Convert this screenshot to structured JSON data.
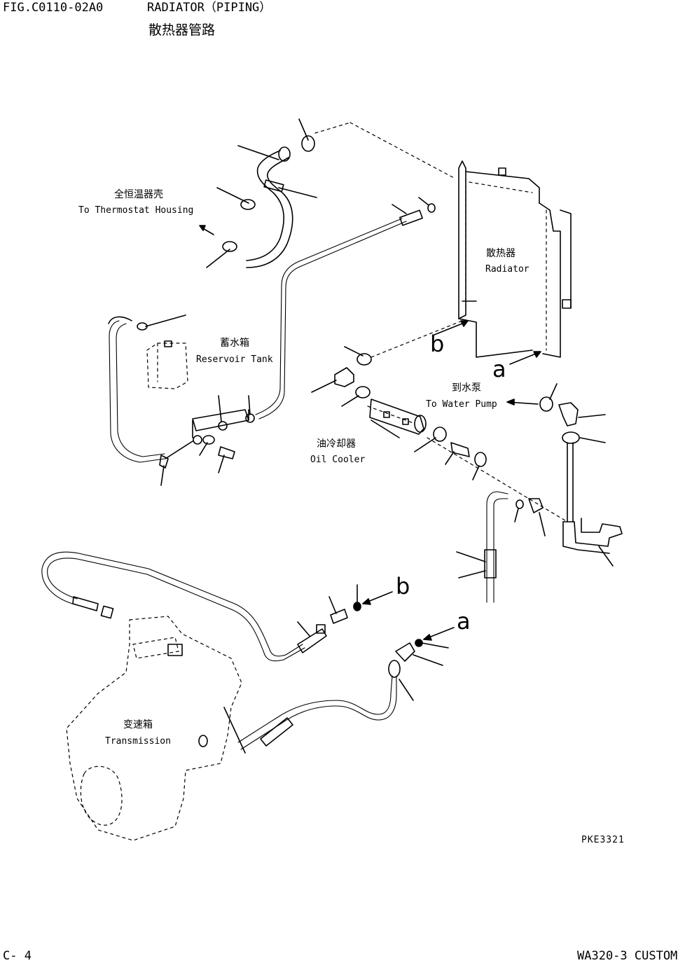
{
  "header": {
    "fig_code": "FIG.C0110-02A0",
    "title_en": "RADIATOR（PIPING）",
    "title_cn": "散热器管路"
  },
  "labels": {
    "thermostat_cn": "全恒温器壳",
    "thermostat_en": "To Thermostat Housing",
    "radiator_cn": "散热器",
    "radiator_en": "Radiator",
    "reservoir_cn": "蓄水箱",
    "reservoir_en": "Reservoir Tank",
    "water_pump_cn": "到水泵",
    "water_pump_en": "To Water Pump",
    "oil_cooler_cn": "油冷却器",
    "oil_cooler_en": "Oil Cooler",
    "transmission_cn": "变速箱",
    "transmission_en": "Transmission"
  },
  "markers": {
    "a": "a",
    "b": "b"
  },
  "drawing_code": "PKE3321",
  "footer": {
    "page": "C-  4",
    "model": "WA320-3 CUSTOM"
  }
}
